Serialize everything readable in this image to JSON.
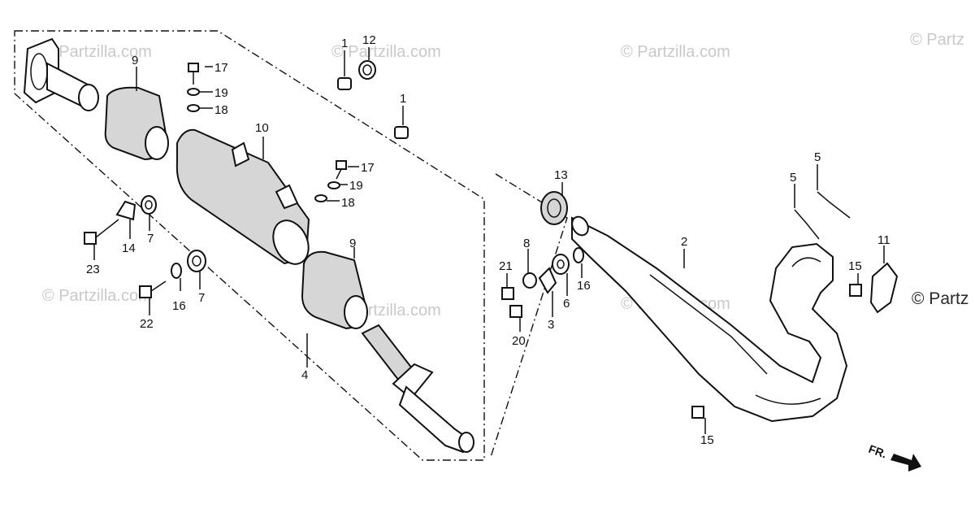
{
  "watermark": "© Partzilla.com",
  "watermark_cut": "© Partz",
  "direction_label": "FR.",
  "callouts": {
    "c1a": "1",
    "c1b": "1",
    "c2": "2",
    "c3": "3",
    "c4": "4",
    "c5a": "5",
    "c5b": "5",
    "c6": "6",
    "c7a": "7",
    "c7b": "7",
    "c8": "8",
    "c9a": "9",
    "c9b": "9",
    "c10": "10",
    "c11": "11",
    "c12": "12",
    "c13": "13",
    "c14": "14",
    "c15a": "15",
    "c15b": "15",
    "c16a": "16",
    "c16b": "16",
    "c17a": "17",
    "c17b": "17",
    "c18a": "18",
    "c18b": "18",
    "c19a": "19",
    "c19b": "19",
    "c20": "20",
    "c21": "21",
    "c22": "22",
    "c23": "23"
  },
  "colors": {
    "line": "#111111",
    "watermark": "#c9c9c9",
    "shade": "#d6d6d6"
  }
}
